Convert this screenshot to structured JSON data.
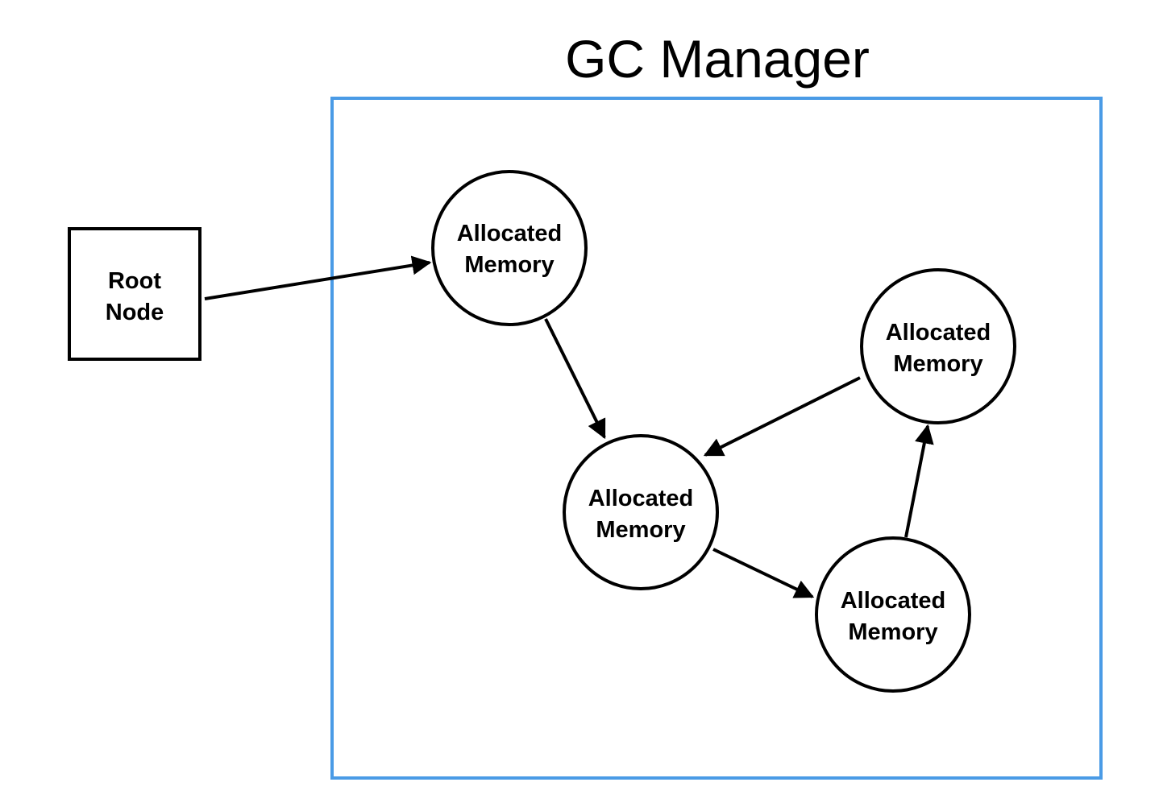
{
  "diagram": {
    "title": "GC Manager",
    "root": {
      "line1": "Root",
      "line2": "Node"
    },
    "nodes": [
      {
        "id": "mem-a",
        "line1": "Allocated",
        "line2": "Memory"
      },
      {
        "id": "mem-b",
        "line1": "Allocated",
        "line2": "Memory"
      },
      {
        "id": "mem-c",
        "line1": "Allocated",
        "line2": "Memory"
      },
      {
        "id": "mem-d",
        "line1": "Allocated",
        "line2": "Memory"
      }
    ],
    "edges": [
      {
        "from": "root",
        "to": "mem-a"
      },
      {
        "from": "mem-a",
        "to": "mem-b"
      },
      {
        "from": "mem-c",
        "to": "mem-b"
      },
      {
        "from": "mem-b",
        "to": "mem-d"
      },
      {
        "from": "mem-d",
        "to": "mem-c"
      }
    ],
    "colors": {
      "manager_border": "#4a9be6",
      "stroke": "#000000",
      "background": "#ffffff"
    }
  }
}
